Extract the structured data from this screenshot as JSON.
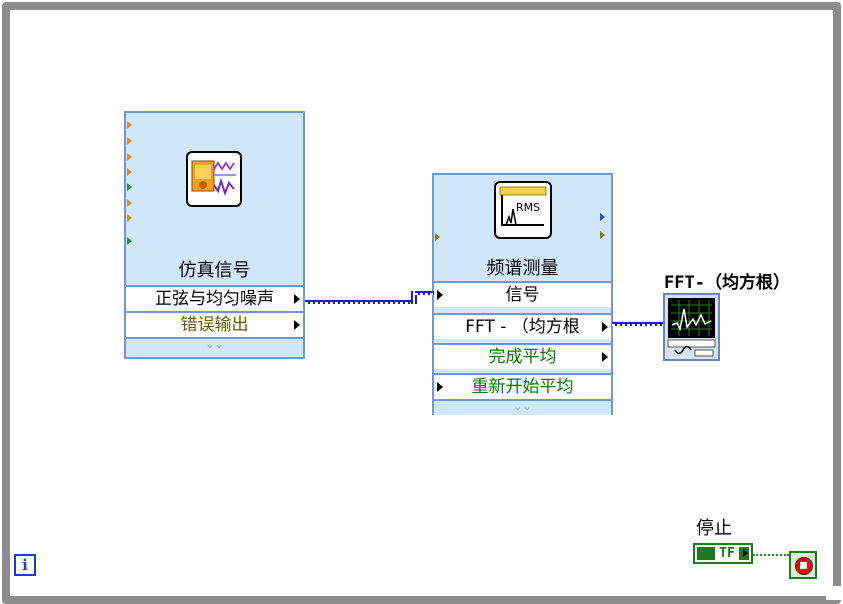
{
  "loop": {
    "iteration_icon": "info-icon",
    "iteration_label": "i"
  },
  "sim_signal": {
    "icon": "simulate-signal-icon",
    "title": "仿真信号",
    "outputs": [
      {
        "label": "正弦与均匀噪声"
      },
      {
        "label": "错误输出"
      }
    ]
  },
  "spectral": {
    "icon": "spectral-measurement-rms-icon",
    "icon_text": "RMS",
    "title": "频谱测量",
    "terminals": [
      {
        "label": "信号"
      },
      {
        "label": "FFT - （均方根"
      },
      {
        "label": "完成平均"
      },
      {
        "label": "重新开始平均"
      }
    ]
  },
  "graph": {
    "label": "FFT-（均方根）",
    "icon": "waveform-graph-icon"
  },
  "stop": {
    "label": "停止",
    "tf_text": "TF",
    "icon": "stop-condition-icon"
  },
  "colors": {
    "express_bg": "#cfe6fb",
    "express_border": "#6f96d6",
    "wire": "#1c1cd6",
    "bool_green": "#1f7a1f",
    "loop_border": "#8c8c8c"
  }
}
